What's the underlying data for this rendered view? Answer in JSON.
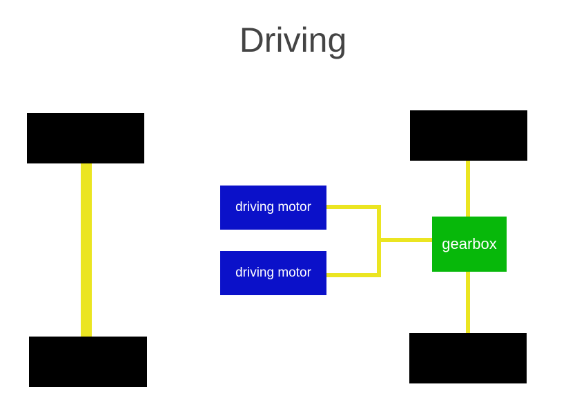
{
  "title": "Driving",
  "components": {
    "motor_top": "driving motor",
    "motor_bottom": "driving motor",
    "gearbox": "gearbox"
  },
  "colors": {
    "wheel": "#000000",
    "axle_link": "#ebe521",
    "motor": "#0b11c9",
    "gearbox": "#07b80a",
    "title_text": "#444444"
  }
}
